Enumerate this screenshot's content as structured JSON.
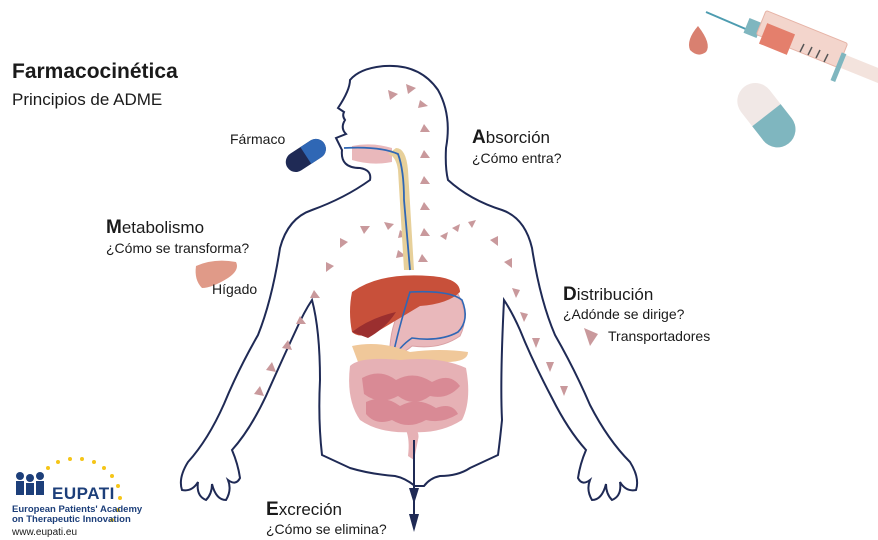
{
  "header": {
    "title": "Farmacocinética",
    "subtitle": "Principios de ADME"
  },
  "labels": {
    "drug": "Fármaco",
    "liver": "Hígado",
    "transporters": "Transportadores"
  },
  "stages": {
    "absorption": {
      "initial": "A",
      "rest": "bsorción",
      "question": "¿Cómo entra?"
    },
    "metabolism": {
      "initial": "M",
      "rest": "etabolismo",
      "question": "¿Cómo se transforma?"
    },
    "distribution": {
      "initial": "D",
      "rest": "istribución",
      "question": "¿Adónde se dirige?"
    },
    "excretion": {
      "initial": "E",
      "rest": "xcreción",
      "question": "¿Cómo se elimina?"
    }
  },
  "logo": {
    "word": "EUPATI",
    "line1": "European Patients' Academy",
    "line2": "on Therapeutic Innovation",
    "url": "www.eupati.eu"
  },
  "colors": {
    "outline": "#1f2a55",
    "arrow": "#c9999c",
    "liver": "#c8503a",
    "stomach": "#e9b8bb",
    "intestine": "#d98a95",
    "esophagus": "#e7d09a",
    "pill_blue": "#2f67b5",
    "pill_dark": "#1f2a55",
    "accent_teal": "#7fb6bf"
  }
}
